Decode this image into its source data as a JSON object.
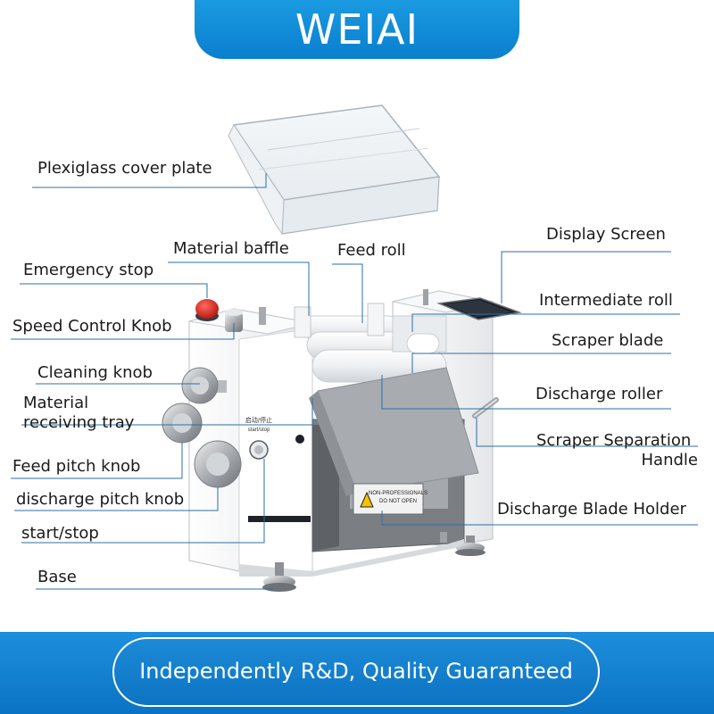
{
  "header": {
    "brand": "WEIAI"
  },
  "callouts": {
    "plexiglass_cover_plate": "Plexiglass cover plate",
    "material_baffle": "Material baffle",
    "feed_roll": "Feed roll",
    "display_screen": "Display Screen",
    "emergency_stop": "Emergency stop",
    "intermediate_roll": "Intermediate roll",
    "speed_control_knob": "Speed Control Knob",
    "scraper_blade": "Scraper blade",
    "cleaning_knob": "Cleaning knob",
    "discharge_roller": "Discharge roller",
    "material_receiving_tray_line1": "Material",
    "material_receiving_tray_line2": "receiving tray",
    "scraper_separation_handle_line1": "Scraper Separation",
    "scraper_separation_handle_line2": "Handle",
    "feed_pitch_knob": "Feed pitch knob",
    "discharge_pitch_knob": "discharge pitch knob",
    "discharge_blade_holder": "Discharge Blade Holder",
    "start_stop": "start/stop",
    "base": "Base"
  },
  "panel_marks": {
    "start_label": "启动/停止",
    "start_sublabel": "start/stop",
    "warning_line1": "NON-PROFESSIONALS",
    "warning_line2": "DO NOT OPEN"
  },
  "footer": {
    "slogan": "Independently R&D, Quality Guaranteed"
  },
  "colors": {
    "brand_blue": "#0a7fcf",
    "leader_line": "#2b6fa8",
    "machine_body": "#f2f3f5",
    "emergency_red": "#d9251c"
  }
}
